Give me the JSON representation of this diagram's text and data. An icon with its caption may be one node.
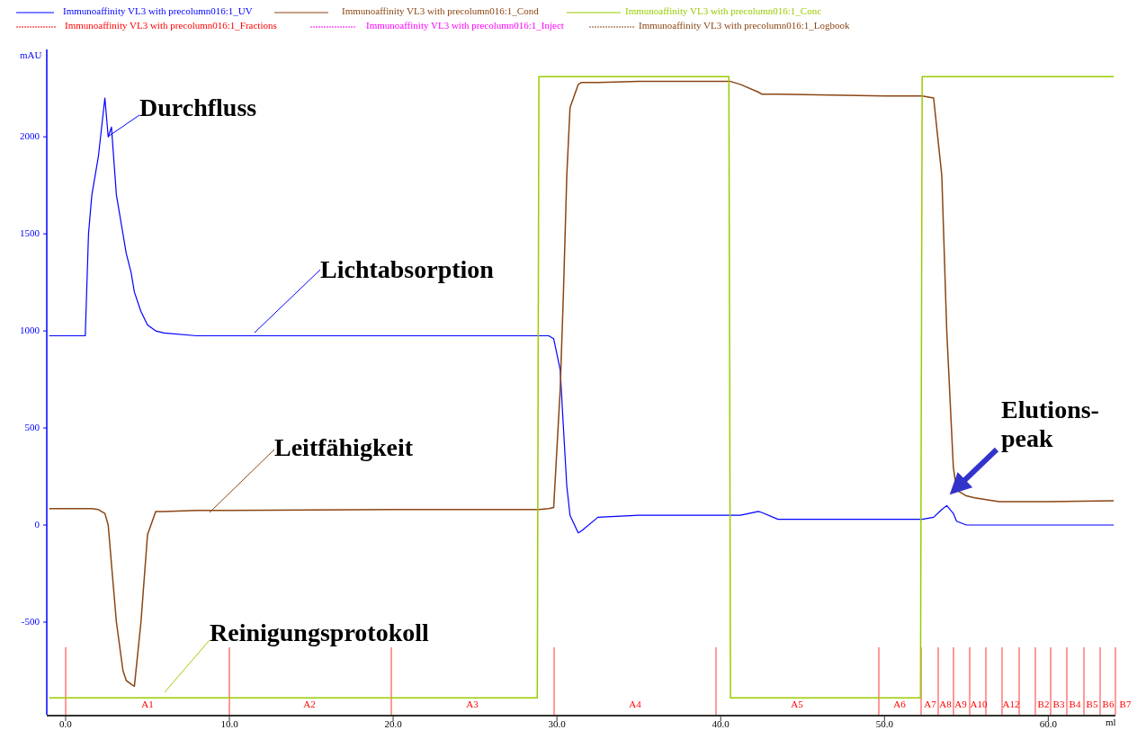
{
  "diagram": {
    "nodes": [
      {
        "text": [
          "Durchfluss"
        ]
      },
      {
        "text": [
          "Lichtabsorption"
        ]
      },
      {
        "text": [
          "Leitfähigkeit"
        ]
      },
      {
        "text": [
          "Reinigungsprotokoll"
        ]
      },
      {
        "text": [
          "Elutions- peak"
        ]
      }
    ],
    "edges": [
      {
        "from": 0,
        "to": null,
        "arrow": "none",
        "color": "#0000ff"
      },
      {
        "from": 1,
        "to": null,
        "arrow": "none",
        "color": "#0000ff"
      },
      {
        "from": 2,
        "to": null,
        "arrow": "none",
        "color": "#8b4513"
      },
      {
        "from": 3,
        "to": null,
        "arrow": "none",
        "color": "#99cc00"
      },
      {
        "from": 4,
        "to": null,
        "arrow": "to",
        "style": "thick",
        "color": "#3333cc"
      }
    ],
    "labels": [
      "A1",
      "A2",
      "A3",
      "A4",
      "A5",
      "A6",
      "A7",
      "A8",
      "A9",
      "A10",
      "A12",
      "B2",
      "B3",
      "B4",
      "B5",
      "B6",
      "B7"
    ],
    "legend": [
      {
        "text": "Immunoaffinity VL3 with precolumn016:1_Fractions"
      },
      {
        "text": "Immunoaffinity VL3 with precolumn016:1_Inject"
      },
      {
        "text": "Immunoaffinity VL3 with precolumn016:1_Logbook"
      }
    ],
    "chart_data": {
      "type": "line",
      "xlabel": "ml",
      "ylabel": "mAU",
      "x": [
        -1,
        0,
        1,
        1.2,
        1.4,
        1.6,
        2,
        2.4,
        2.6,
        2.8,
        3.1,
        3.5,
        3.7,
        4,
        4.2,
        4.6,
        5,
        5.5,
        6,
        8,
        10,
        20,
        28.8,
        28.9,
        29.5,
        29.8,
        30.2,
        30.4,
        30.6,
        30.8,
        31.3,
        31.5,
        32.5,
        35,
        40.5,
        40.6,
        41.2,
        42.3,
        42.5,
        43.5,
        50,
        52.2,
        52.3,
        53,
        53.5,
        53.8,
        54.2,
        54.4,
        55,
        55.5,
        57,
        60,
        64
      ],
      "xlim": [
        -1.15,
        64.1
      ],
      "ylim": [
        -977,
        2450
      ],
      "series": [
        {
          "name": "Immunoaffinity VL3 with precolumn016:1_UV",
          "color": "#0000ff",
          "values": [
            975,
            975,
            975,
            975,
            1500,
            1700,
            1900,
            2200,
            2000,
            2050,
            1700,
            1500,
            1400,
            1300,
            1200,
            1100,
            1030,
            1000,
            990,
            975,
            975,
            975,
            975,
            975,
            975,
            960,
            800,
            500,
            200,
            50,
            -40,
            -30,
            40,
            50,
            50,
            50,
            50,
            70,
            65,
            30,
            30,
            30,
            30,
            40,
            80,
            100,
            60,
            20,
            0,
            0,
            0,
            0,
            0
          ]
        },
        {
          "name": "Immunoaffinity VL3 with precolumn016:1_Cond",
          "color": "#8b4513",
          "values": [
            85,
            85,
            85,
            85,
            85,
            85,
            80,
            60,
            0,
            -200,
            -500,
            -750,
            -800,
            -820,
            -830,
            -500,
            -50,
            70,
            70,
            75,
            75,
            80,
            80,
            80,
            85,
            90,
            700,
            1200,
            1800,
            2150,
            2270,
            2280,
            2280,
            2285,
            2285,
            2285,
            2270,
            2230,
            2220,
            2220,
            2210,
            2210,
            2210,
            2200,
            1800,
            1000,
            300,
            180,
            150,
            140,
            120,
            120,
            125
          ]
        },
        {
          "name": "Immunoaffinity VL3 with precolumn016:1_Conc",
          "color": "#99cc00",
          "values": [
            -890,
            -890,
            -890,
            -890,
            -890,
            -890,
            -890,
            -890,
            -890,
            -890,
            -890,
            -890,
            -890,
            -890,
            -890,
            -890,
            -890,
            -890,
            -890,
            -890,
            -890,
            -890,
            -890,
            2310,
            2310,
            2310,
            2310,
            2310,
            2310,
            2310,
            2310,
            2310,
            2310,
            2310,
            2310,
            -890,
            -890,
            -890,
            -890,
            -890,
            -890,
            -890,
            2310,
            2310,
            2310,
            2310,
            2310,
            2310,
            2310,
            2310,
            2310,
            2310,
            2310
          ]
        }
      ],
      "xticks": [
        {
          "value": 0,
          "label": "0.0"
        },
        {
          "value": 10,
          "label": "10.0"
        },
        {
          "value": 20,
          "label": "20.0"
        },
        {
          "value": 30,
          "label": "30.0"
        },
        {
          "value": 40,
          "label": "40.0"
        },
        {
          "value": 50,
          "label": "50.0"
        },
        {
          "value": 60,
          "label": "60.0"
        }
      ],
      "yticks": [
        -500,
        0,
        500,
        1000,
        1500,
        2000
      ]
    }
  }
}
